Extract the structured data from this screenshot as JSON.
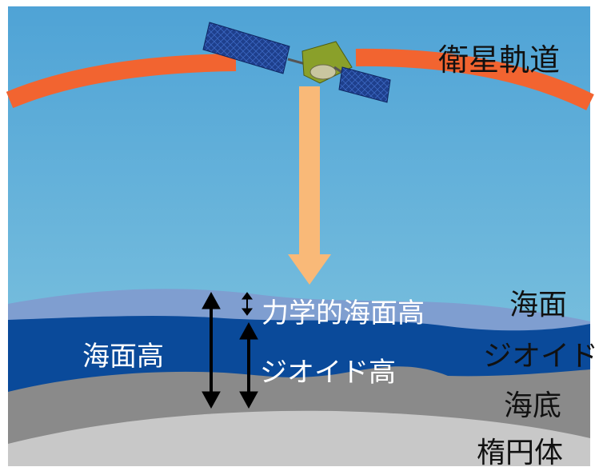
{
  "labels": {
    "orbit": "衛星軌道",
    "sea_surface": "海面",
    "geoid": "ジオイド",
    "seafloor": "海底",
    "ellipsoid": "楕円体",
    "sea_surface_height": "海面高",
    "dynamic_height": "力学的海面高",
    "geoid_height": "ジオイド高"
  },
  "colors": {
    "sky_top": "#4fa3d6",
    "sky_bottom": "#86c8e0",
    "orbit": "#f26430",
    "beam": "#f9b978",
    "sea_surface_band": "#7f9ed0",
    "ocean": "#0a4a9a",
    "seafloor": "#8a8a8a",
    "ellipsoid": "#c8c8c8",
    "panel": "#1e3f8c",
    "satellite_body": "#8aa02a"
  }
}
